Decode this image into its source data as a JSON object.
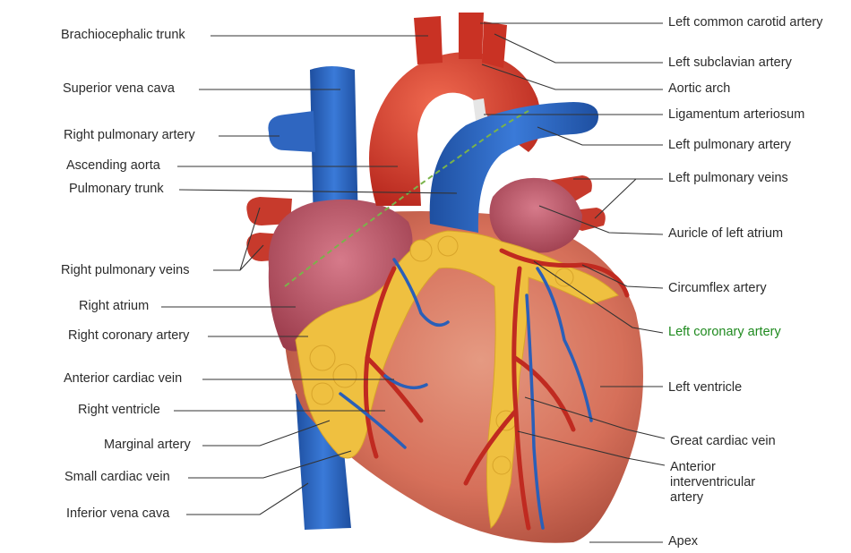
{
  "labels": {
    "brachiocephalic_trunk": "Brachiocephalic trunk",
    "superior_vena_cava": "Superior vena cava",
    "right_pulmonary_artery": "Right pulmonary artery",
    "ascending_aorta": "Ascending aorta",
    "pulmonary_trunk": "Pulmonary trunk",
    "right_pulmonary_veins": "Right pulmonary veins",
    "right_atrium": "Right atrium",
    "right_coronary_artery": "Right coronary artery",
    "anterior_cardiac_vein": "Anterior cardiac vein",
    "right_ventricle": "Right ventricle",
    "marginal_artery": "Marginal artery",
    "small_cardiac_vein": "Small cardiac vein",
    "inferior_vena_cava": "Inferior vena cava",
    "left_common_carotid_artery": "Left common carotid artery",
    "left_subclavian_artery": "Left subclavian artery",
    "aortic_arch": "Aortic arch",
    "ligamentum_arteriosum": "Ligamentum arteriosum",
    "left_pulmonary_artery": "Left pulmonary artery",
    "left_pulmonary_veins": "Left pulmonary veins",
    "auricle_of_left_atrium": "Auricle of left atrium",
    "circumflex_artery": "Circumflex artery",
    "left_coronary_artery": "Left coronary artery",
    "left_ventricle": "Left ventricle",
    "great_cardiac_vein": "Great cardiac vein",
    "anterior_interventricular_artery": [
      "Anterior",
      "interventricular",
      "artery"
    ],
    "apex": "Apex"
  },
  "colors": {
    "artery": "#c8382a",
    "vein": "#2a5fb8",
    "muscle": "#d9735e",
    "fat": "#f0c23c",
    "atrium": "#b4485a",
    "highlight_label": "#1f8a1f",
    "leader_line": "#333333"
  }
}
